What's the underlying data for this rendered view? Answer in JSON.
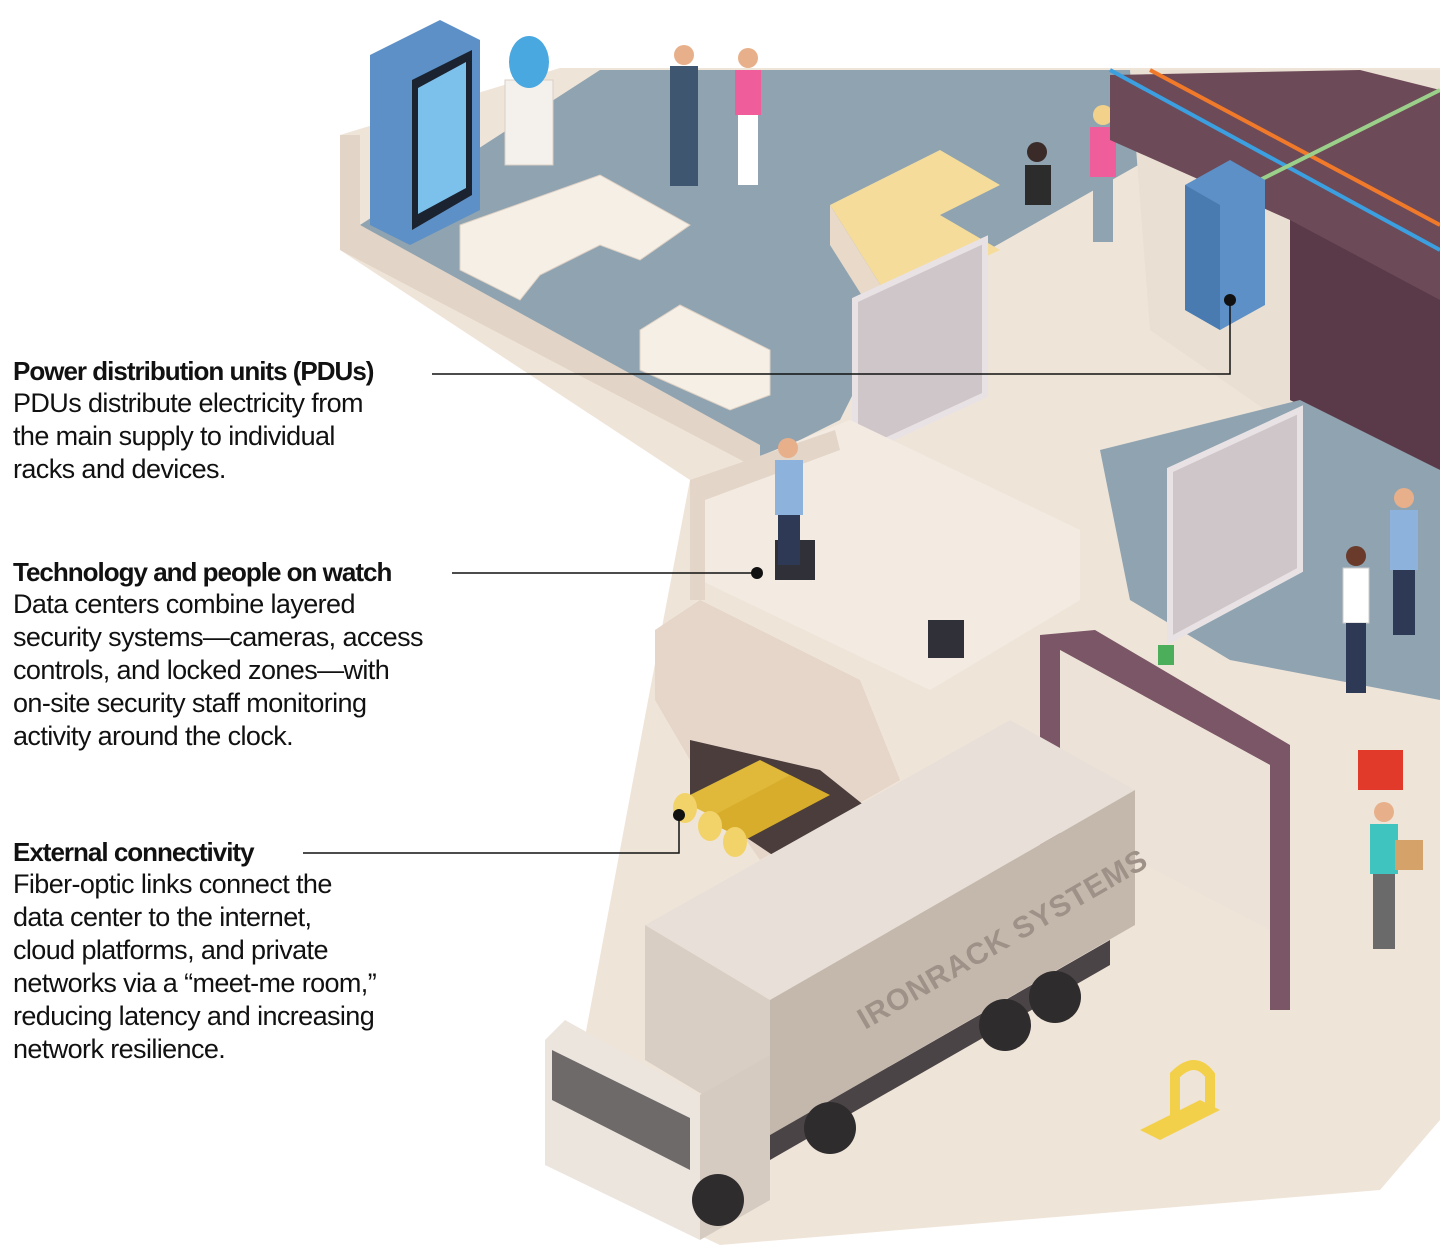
{
  "callouts": [
    {
      "title": "Power distribution units (PDUs)",
      "lines": [
        "PDUs distribute electricity from",
        "the main supply to individual",
        "racks and devices."
      ]
    },
    {
      "title": "Technology and people on watch",
      "lines": [
        "Data centers combine layered",
        "security systems—cameras, access",
        "controls, and locked zones—with",
        "on-site security staff monitoring",
        "activity around the clock."
      ]
    },
    {
      "title": "External connectivity",
      "lines": [
        "Fiber-optic links connect the",
        "data center to the internet,",
        "cloud platforms, and private",
        "networks via a “meet-me room,”",
        "reducing latency and increasing",
        "network resilience."
      ]
    }
  ],
  "truck": {
    "logo_text": "IRONRACK SYSTEMS"
  },
  "colors": {
    "floor": "#8fa3b1",
    "wall": "#f1e8de",
    "rack": "#6d4a58",
    "pdu": "#5d90c6",
    "truck": "#cbbfb3",
    "cable": "#e0b83a",
    "leader": "#111111"
  }
}
